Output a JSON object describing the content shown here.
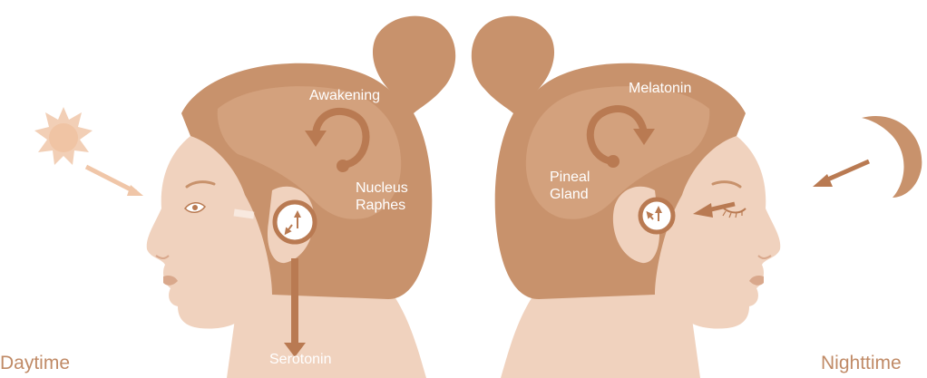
{
  "labels": {
    "daytime": "Daytime",
    "nighttime": "Nighttime",
    "awakening": "Awakening",
    "nucleus_raphes": "Nucleus\nRaphes",
    "serotonin": "Serotonin",
    "melatonin": "Melatonin",
    "pineal_gland": "Pineal\nGland"
  },
  "icons": {
    "sun": "sun-icon",
    "moon": "crescent-moon-icon",
    "cycle": "circular-arrow-icon",
    "receptor": "receptor-circle-icon"
  },
  "colors": {
    "skin": "#f0d2be",
    "skin_shadow": "#e3b99e",
    "hair": "#c8926c",
    "hair_light": "#d7a683",
    "accent": "#b97a52",
    "label_text": "#c08a66",
    "sun": "#f2cfb6"
  }
}
